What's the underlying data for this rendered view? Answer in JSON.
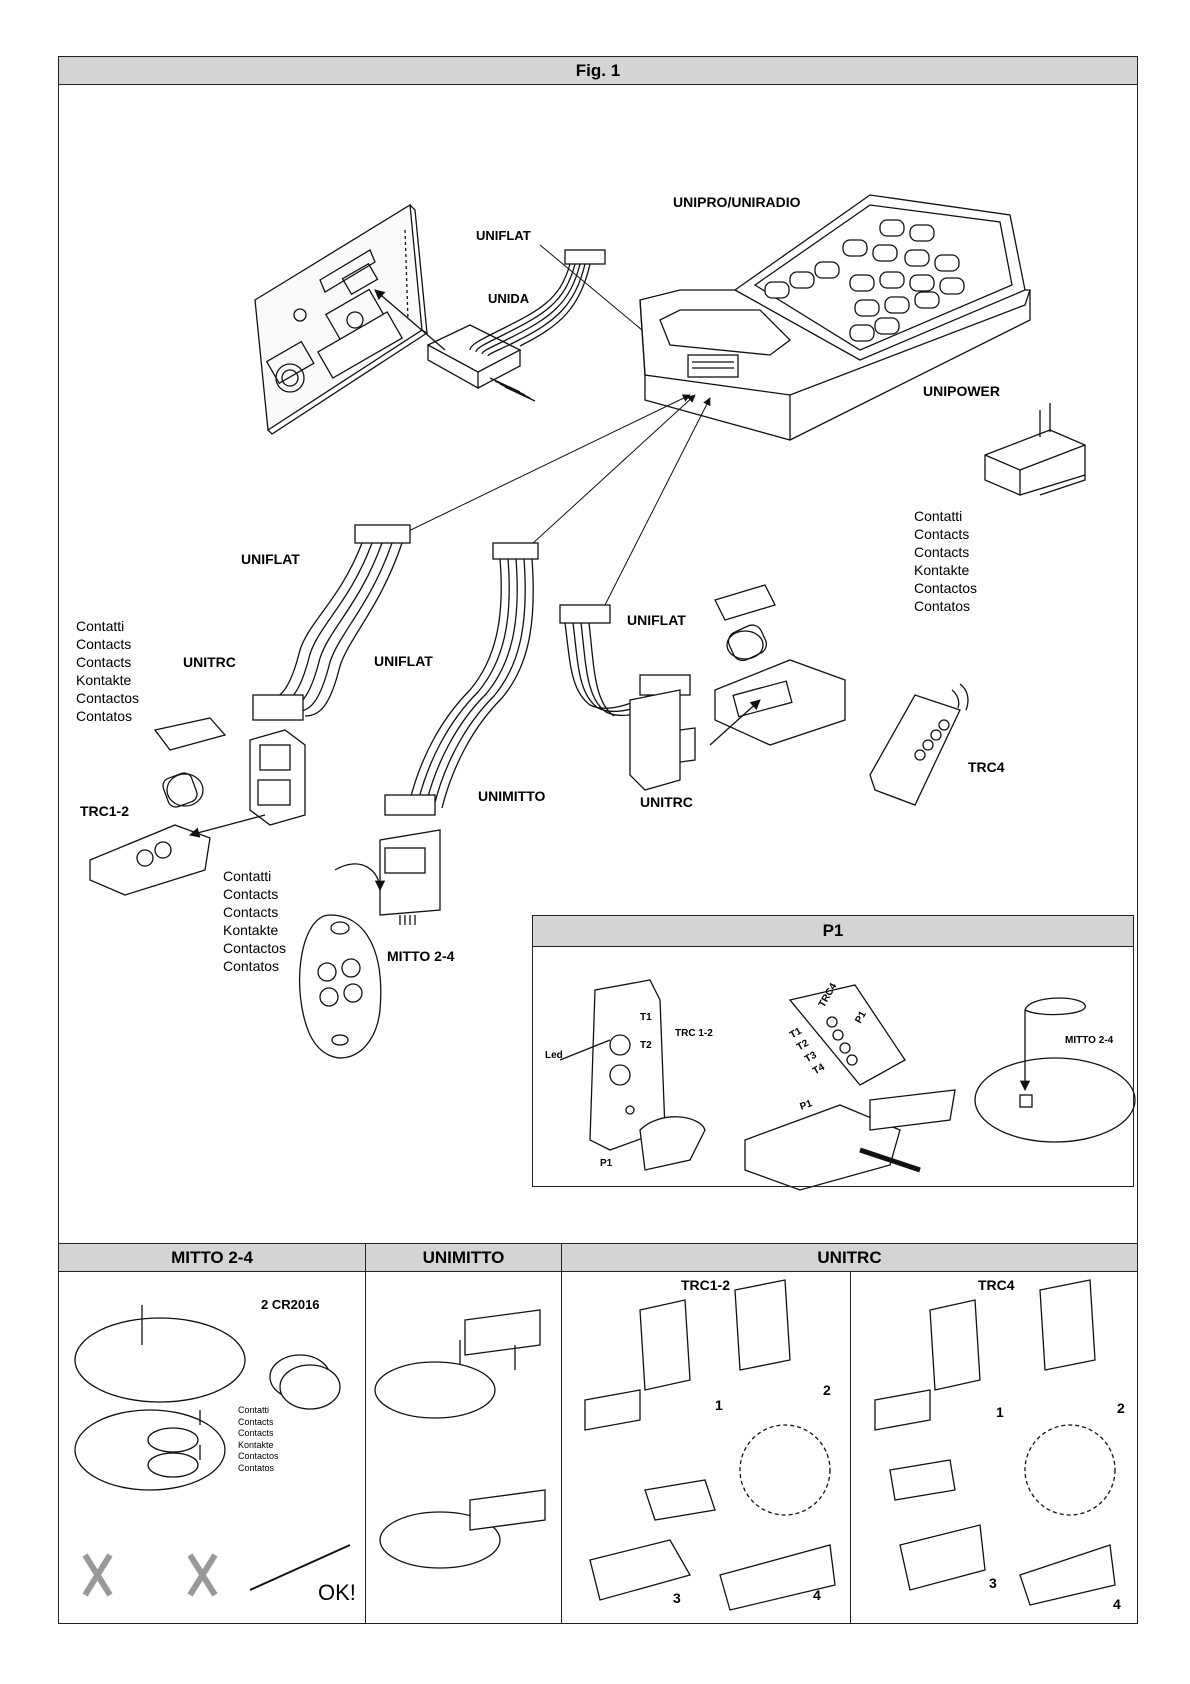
{
  "figure_title": "Fig. 1",
  "main": {
    "uniflat_top": "UNIFLAT",
    "unida": "UNIDA",
    "unipro": "UNIPRO/UNIRADIO",
    "unipower": "UNIPOWER",
    "uniflat_left": "UNIFLAT",
    "uniflat_mid": "UNIFLAT",
    "uniflat_right": "UNIFLAT",
    "unitrc_left": "UNITRC",
    "unitrc_right": "UNITRC",
    "trc12": "TRC1-2",
    "trc4": "TRC4",
    "unimitto": "UNIMITTO",
    "mitto24": "MITTO 2-4",
    "contacts_labels": [
      "Contatti",
      "Contacts",
      "Contacts",
      "Kontakte",
      "Contactos",
      "Contatos"
    ]
  },
  "p1_panel": {
    "title": "P1",
    "t1": "T1",
    "t2": "T2",
    "led": "Led",
    "p1_label": "P1",
    "trc12_label": "TRC 1-2",
    "trc4_label": "TRC4",
    "trc4_p1": "P1",
    "trc4_t1": "T1",
    "trc4_t2": "T2",
    "trc4_t3": "T3",
    "trc4_t4": "T4",
    "p1_socket": "P1",
    "mitto_label": "MITTO 2-4"
  },
  "bottom": {
    "mitto_header": "MITTO 2-4",
    "unimitto_header": "UNIMITTO",
    "unitrc_header": "UNITRC",
    "battery": "2 CR2016",
    "ok": "OK!",
    "trc12_sub": "TRC1-2",
    "trc4_sub": "TRC4",
    "n1": "1",
    "n2": "2",
    "n3": "3",
    "n4": "4",
    "m1": "1",
    "m2": "2",
    "m3": "3",
    "m4": "4"
  }
}
